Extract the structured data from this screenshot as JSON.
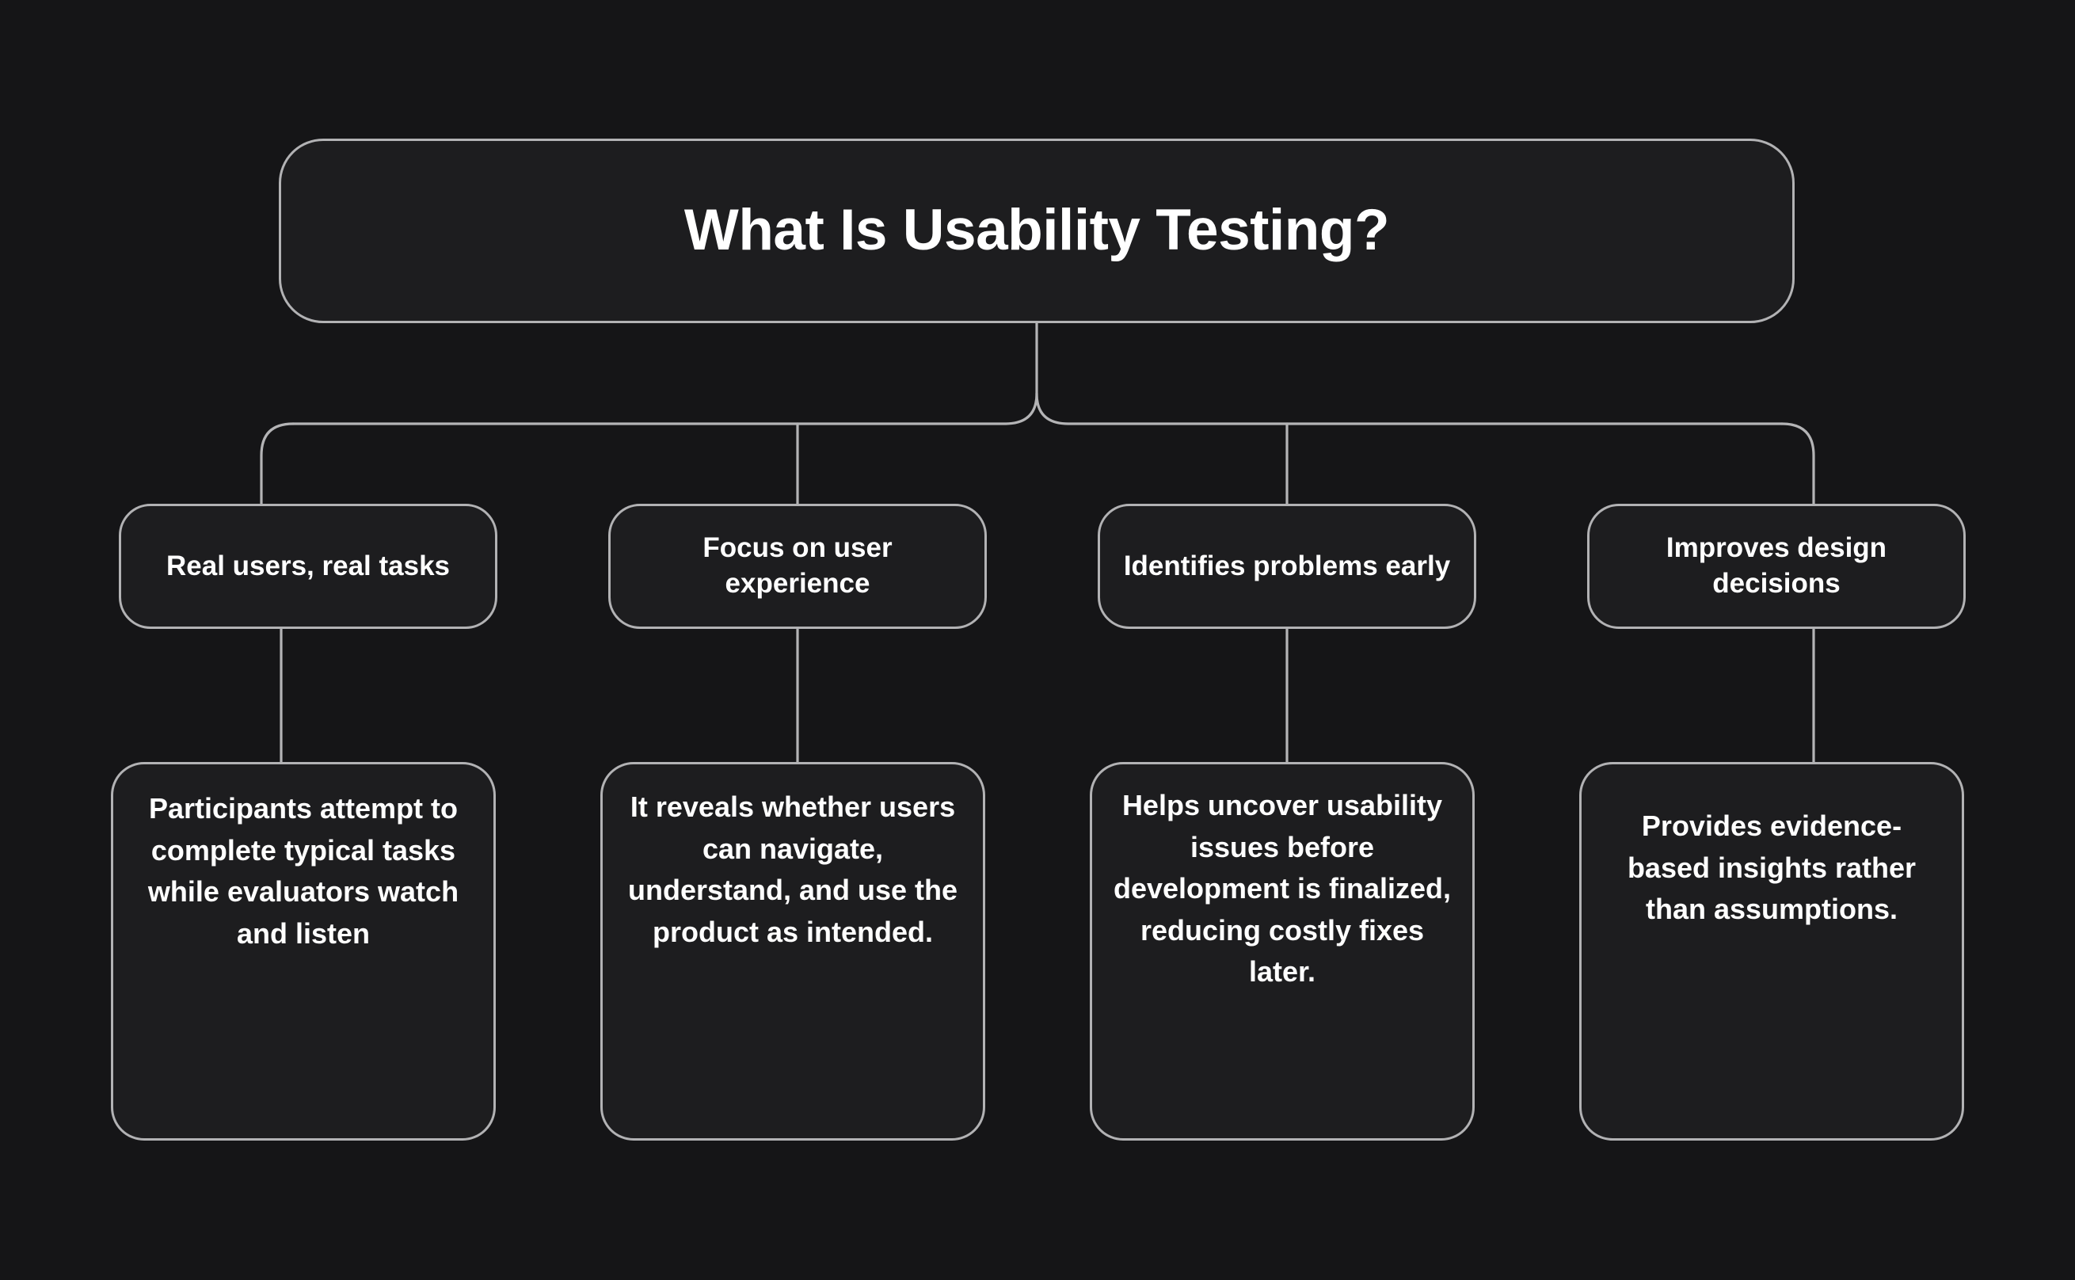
{
  "diagram": {
    "type": "hierarchy-tree",
    "orientation": "top-down",
    "levels": 3,
    "colors": {
      "background": "#151517",
      "node_fill": "#1d1d1f",
      "node_border": "#b2b2b4",
      "text": "#ffffff",
      "connector": "#b4b4b6"
    },
    "root": {
      "label": "What Is Usability Testing?"
    },
    "branches": [
      {
        "label": "Real users, real tasks",
        "detail": "Participants attempt to complete typical tasks while evaluators watch and listen"
      },
      {
        "label": "Focus on user experience",
        "detail": "It reveals whether users can navigate, understand, and use the product as intended."
      },
      {
        "label": "Identifies problems early",
        "detail": "Helps uncover usability issues before development is finalized, reducing costly fixes later."
      },
      {
        "label": "Improves design decisions",
        "detail": "Provides evidence-based insights rather than assumptions."
      }
    ]
  }
}
